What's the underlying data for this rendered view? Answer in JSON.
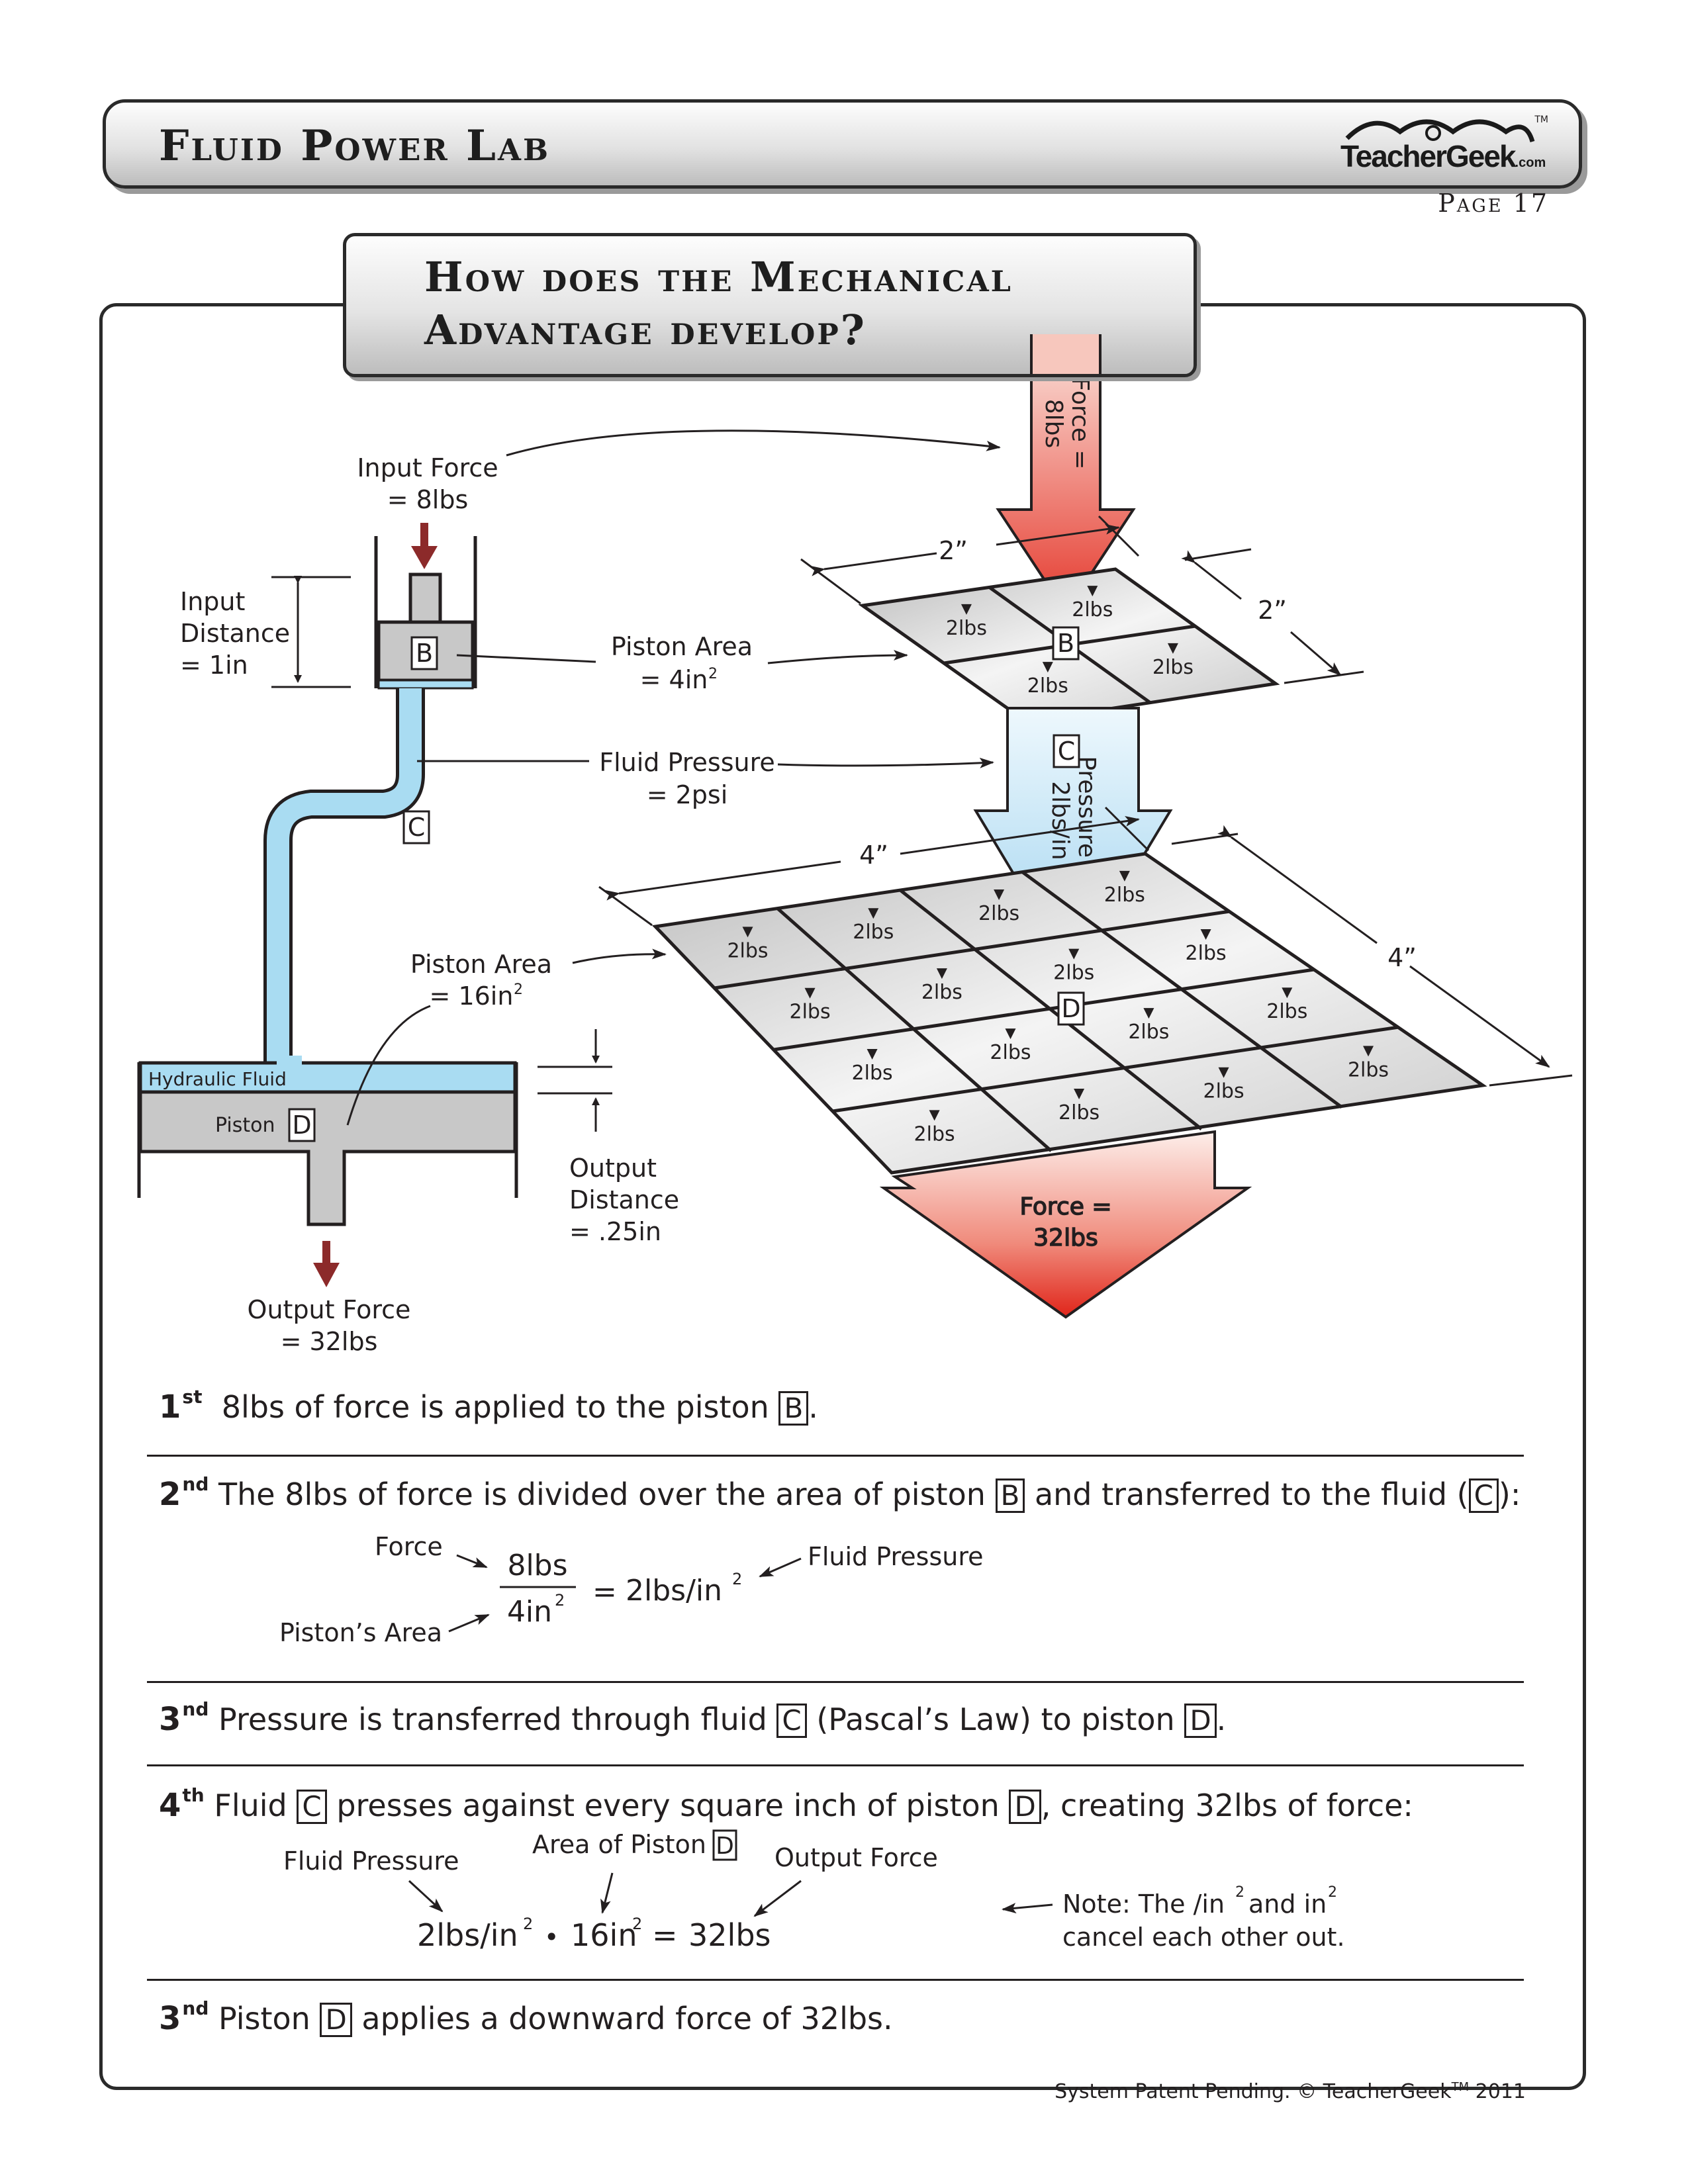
{
  "header": {
    "title": "Fluid Power Lab",
    "logo_text": "TeacherGeek",
    "logo_suffix": ".com",
    "logo_tm": "TM",
    "page_label": "Page 17"
  },
  "question_title_line1": "How does the Mechanical",
  "question_title_line2": "Advantage develop?",
  "diagram": {
    "input_force_line1": "Input Force",
    "input_force_line2": "= 8lbs",
    "input_distance_line1": "Input",
    "input_distance_line2": "Distance",
    "input_distance_line3": "= 1in",
    "piston_area_b_line1": "Piston Area",
    "piston_area_b_line2": "= 4in",
    "fluid_pressure_line1": "Fluid Pressure",
    "fluid_pressure_line2": "= 2psi",
    "piston_area_d_line1": "Piston Area",
    "piston_area_d_line2": "= 16in",
    "hydraulic_fluid": "Hydraulic Fluid",
    "piston": "Piston",
    "output_distance_line1": "Output",
    "output_distance_line2": "Distance",
    "output_distance_line3": "= .25in",
    "output_force_line1": "Output Force",
    "output_force_line2": "= 32lbs",
    "top_force_arrow_line1": "Force =",
    "top_force_arrow_line2": "8lbs",
    "pressure_arrow_line1": "Pressure =",
    "pressure_arrow_line2": "2lbs/in",
    "bottom_force_line1": "Force =",
    "bottom_force_line2": "32lbs",
    "dim_small_top": "2”",
    "dim_small_side": "2”",
    "dim_large_top": "4”",
    "dim_large_side": "4”",
    "cell_label": "2lbs",
    "label_b": "B",
    "label_c": "C",
    "label_d": "D",
    "sup2": "2"
  },
  "steps": {
    "s1_num": "1",
    "s1_sup": "st",
    "s1_text": "8lbs of force is applied to the piston",
    "s1_end": ".",
    "s2_num": "2",
    "s2_sup": "nd",
    "s2_text_a": "The 8lbs of force is divided over the area of piston",
    "s2_text_b": "and transferred to the fluid (",
    "s2_text_c": "):",
    "eq1_force": "Force",
    "eq1_num": "8lbs",
    "eq1_den": "4in",
    "eq1_eq": "=",
    "eq1_result": "2lbs/in",
    "eq1_fluid_pressure": "Fluid Pressure",
    "eq1_piston_area": "Piston’s Area",
    "s3_num": "3",
    "s3_sup": "nd",
    "s3_text_a": "Pressure is transferred through fluid",
    "s3_text_b": "(Pascal’s Law) to piston",
    "s3_end": ".",
    "s4_num": "4",
    "s4_sup": "th",
    "s4_text_a": "Fluid",
    "s4_text_b": "presses against every square inch of piston",
    "s4_text_c": ", creating 32lbs of force:",
    "eq2_fluid_pressure": "Fluid Pressure",
    "eq2_area_piston": "Area of Piston",
    "eq2_output_force": "Output Force",
    "eq2_a": "2lbs/in",
    "eq2_dot": "•",
    "eq2_b": "16in",
    "eq2_eq": "=",
    "eq2_result": "32lbs",
    "note_line1_a": "Note: The /in",
    "note_line1_b": "and in",
    "note_line2": "cancel each other out.",
    "s5_num": "3",
    "s5_sup": "nd",
    "s5_text_a": "Piston",
    "s5_text_b": "applies a downward force of 32lbs."
  },
  "footer": {
    "text_a": "System Patent Pending. © TeacherGeek",
    "tm": "TM",
    "text_b": " 2011"
  },
  "colors": {
    "fluid_blue": "#a9dcf2",
    "arrow_red": "#e53a2e",
    "arrow_dark_red": "#8c2a2a",
    "piston_gray": "#c8c8c8"
  }
}
